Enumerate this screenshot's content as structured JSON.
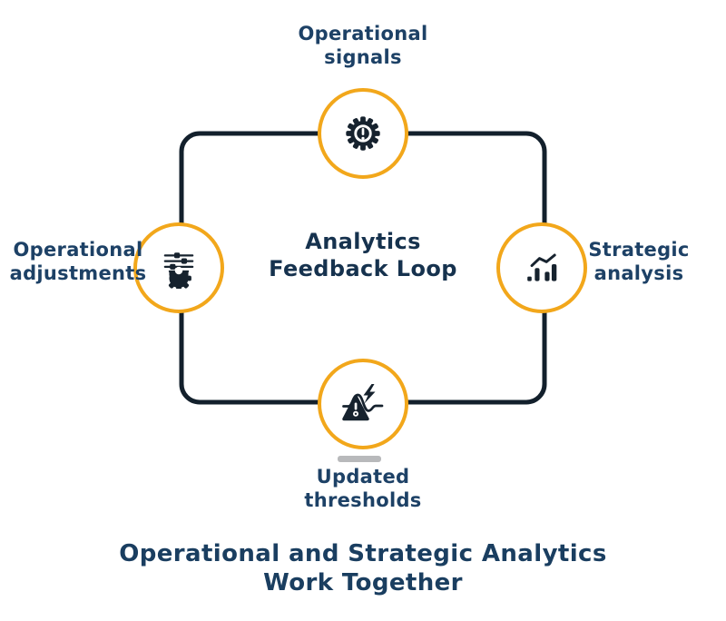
{
  "diagram": {
    "title": "Analytics\nFeedback Loop",
    "caption": "Operational and Strategic Analytics\nWork Together",
    "nodes": [
      {
        "position": "top",
        "label": "Operational\nsignals",
        "icon": "alert-gear-icon"
      },
      {
        "position": "left",
        "label": "Operational\nadjustments",
        "icon": "sliders-gear-icon"
      },
      {
        "position": "right",
        "label": "Strategic\nanalysis",
        "icon": "growth-chart-icon"
      },
      {
        "position": "bottom",
        "label": "Updated\nthresholds",
        "icon": "anomaly-alert-icon"
      }
    ]
  },
  "colors": {
    "accent_orange": "#F2A71B",
    "connector_dark": "#13202C",
    "icon_dark": "#16222E",
    "label_navy": "#1D4166",
    "title_navy": "#16324E",
    "caption_navy": "#1A3E60",
    "shadow_gray": "#ACADAF",
    "background": "#FFFFFF"
  }
}
